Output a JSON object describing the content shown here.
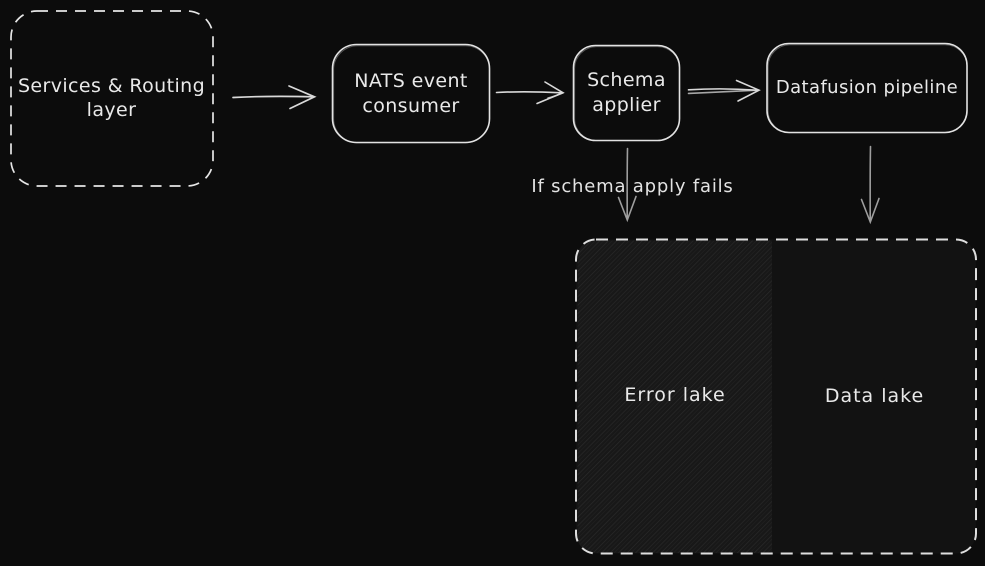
{
  "diagram": {
    "colors": {
      "background": "#0c0c0c",
      "node_stroke": "#e6e6e6",
      "text": "#e9e9e9",
      "horizontal_arrow": "#d9d9d9",
      "vertical_arrow": "#9e9e9e",
      "lake_box_fill": "#121212",
      "hatch_base": "#181818",
      "hatch_line": "#2a2a2a"
    },
    "nodes": {
      "services_routing": {
        "line1": "Services & Routing",
        "line2": "layer"
      },
      "nats_consumer": {
        "line1": "NATS event",
        "line2": "consumer"
      },
      "schema_applier": {
        "line1": "Schema",
        "line2": "applier"
      },
      "datafusion_pipeline": {
        "label": "Datafusion pipeline"
      },
      "error_lake": {
        "label": "Error lake"
      },
      "data_lake": {
        "label": "Data lake"
      }
    },
    "annotations": {
      "schema_fail_note": "If schema apply fails"
    }
  }
}
